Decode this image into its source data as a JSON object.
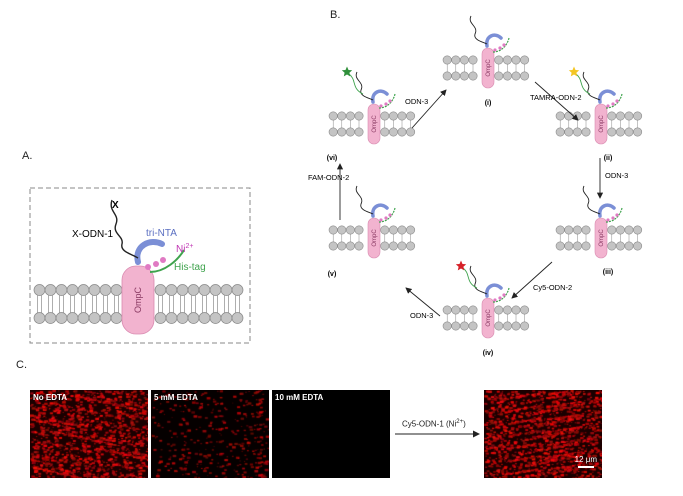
{
  "panel_a": {
    "label": "A.",
    "x_marker": "X",
    "odn_label": "X-ODN-1",
    "trinta_label": "tri-NTA",
    "ni_label_base": "Ni",
    "ni_label_sup": "2+",
    "histag_label": "His-tag",
    "ompc_label": "OmpC"
  },
  "panel_b": {
    "label": "B.",
    "ompc_label": "OmpC",
    "states": [
      "(i)",
      "(ii)",
      "(iii)",
      "(iv)",
      "(v)",
      "(vi)"
    ],
    "arrows": [
      "TAMRA-ODN-2",
      "ODN-3",
      "Cy5-ODN-2",
      "ODN-3",
      "FAM-ODN-2",
      "ODN-3"
    ],
    "colors": {
      "tamra_star": "#f3c623",
      "cy5_star": "#d62027",
      "fam_star": "#2f8f3a",
      "ompc": "#f2b3cf",
      "trinta": "#7b8fd6",
      "histag": "#3fa34d",
      "lipid": "#bdbdbd"
    }
  },
  "panel_c": {
    "label": "C.",
    "conditions": [
      "No EDTA",
      "5 mM EDTA",
      "10 mM EDTA"
    ],
    "arrow_label_base": "Cy5-ODN-1 (Ni",
    "arrow_label_sup": "2+",
    "arrow_label_end": ")",
    "scale_bar": "12 μm"
  }
}
